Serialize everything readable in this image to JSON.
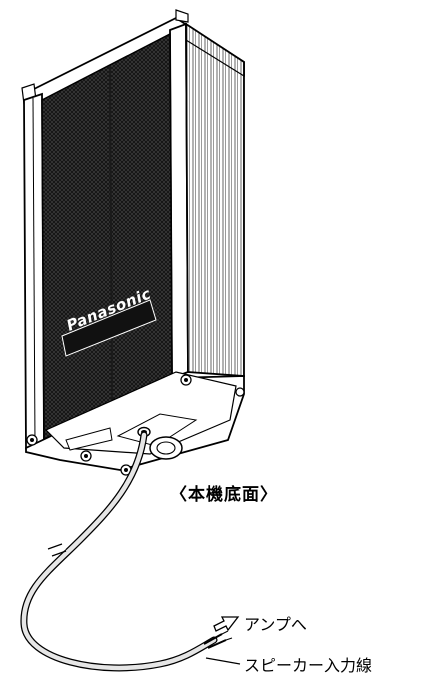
{
  "brand": "Panasonic",
  "labels": {
    "bottom_view": "〈本機底面〉",
    "to_amplifier": "アンプへ",
    "speaker_input_wire": "スピーカー入力線"
  },
  "colors": {
    "line": "#000000",
    "grille": "#2a2a2a",
    "background": "#ffffff",
    "cable": "#e6e6e6"
  }
}
